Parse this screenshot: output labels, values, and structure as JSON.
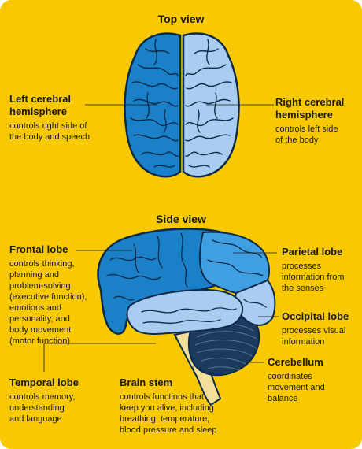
{
  "top_view": {
    "title": "Top view",
    "left_hemisphere": {
      "name": "Left cerebral hemisphere",
      "name_line1": "Left cerebral",
      "name_line2": "hemisphere",
      "desc_line1": "controls right side of",
      "desc_line2": "the body and speech"
    },
    "right_hemisphere": {
      "name": "Right cerebral hemisphere",
      "name_line1": "Right cerebral",
      "name_line2": "hemisphere",
      "desc_line1": "controls left side",
      "desc_line2": "of the body"
    }
  },
  "side_view": {
    "title": "Side view",
    "frontal": {
      "name": "Frontal lobe",
      "desc": [
        "controls thinking,",
        "planning and",
        "problem-solving",
        "(executive function),",
        "emotions and",
        "personality, and",
        "body movement",
        "(motor function)"
      ]
    },
    "parietal": {
      "name": "Parietal lobe",
      "desc": [
        "processes",
        "information from",
        "the senses"
      ]
    },
    "occipital": {
      "name": "Occipital lobe",
      "desc": [
        "processes visual",
        "information"
      ]
    },
    "cerebellum": {
      "name": "Cerebellum",
      "desc": [
        "coordinates",
        "movement and",
        "balance"
      ]
    },
    "temporal": {
      "name": "Temporal lobe",
      "desc": [
        "controls memory,",
        "understanding",
        "and language"
      ]
    },
    "brain_stem": {
      "name": "Brain stem",
      "desc": [
        "controls functions that",
        "keep you alive, including",
        "breathing, temperature,",
        "blood pressure and sleep"
      ]
    }
  },
  "colors": {
    "background": "#f8c800",
    "dark_blue": "#1a80c8",
    "medium_blue": "#3f9fe0",
    "light_blue": "#a9cdf0",
    "outline": "#0d2a4a",
    "cerebellum": "#1b3a5c",
    "stem": "#f2e09a"
  }
}
